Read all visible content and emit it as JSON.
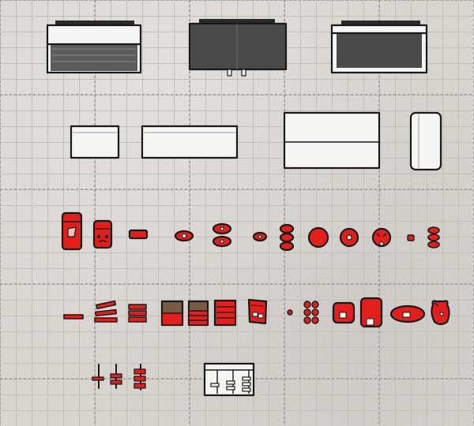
{
  "sheet": {
    "type": "furniture sprite sheet",
    "background_color": "#d8d5d1",
    "accent_color": "#e21f1a",
    "ink_color": "#1a1a1a",
    "white_fill": "#f5f5f3",
    "dark_fill": "#4a4a4a"
  },
  "rows": [
    {
      "name": "wide-cabinets",
      "sprites": [
        "cabinet-open-light",
        "cabinet-dark",
        "cabinet-open-dark"
      ]
    },
    {
      "name": "counters",
      "sprites": [
        "counter-small",
        "counter-long",
        "counter-large",
        "counter-side"
      ]
    },
    {
      "name": "red-props-a",
      "sprites": [
        "bag-large",
        "bag-face",
        "bar-small",
        "eye-disc",
        "double-disc",
        "eye-small",
        "triple-disc",
        "circle-large",
        "circle-target",
        "circle-face",
        "double-small"
      ]
    },
    {
      "name": "red-props-b",
      "sprites": [
        "plank",
        "planks-stack",
        "books-stack",
        "box-brown",
        "box-brown-2",
        "tall-stack",
        "paper-sheet",
        "dot",
        "six-dots",
        "tile-square",
        "tile-tall",
        "oval-plate",
        "pouch"
      ]
    },
    {
      "name": "shelving",
      "sprites": [
        "rack-1",
        "rack-2",
        "rack-3",
        "shelf-unit"
      ]
    }
  ]
}
